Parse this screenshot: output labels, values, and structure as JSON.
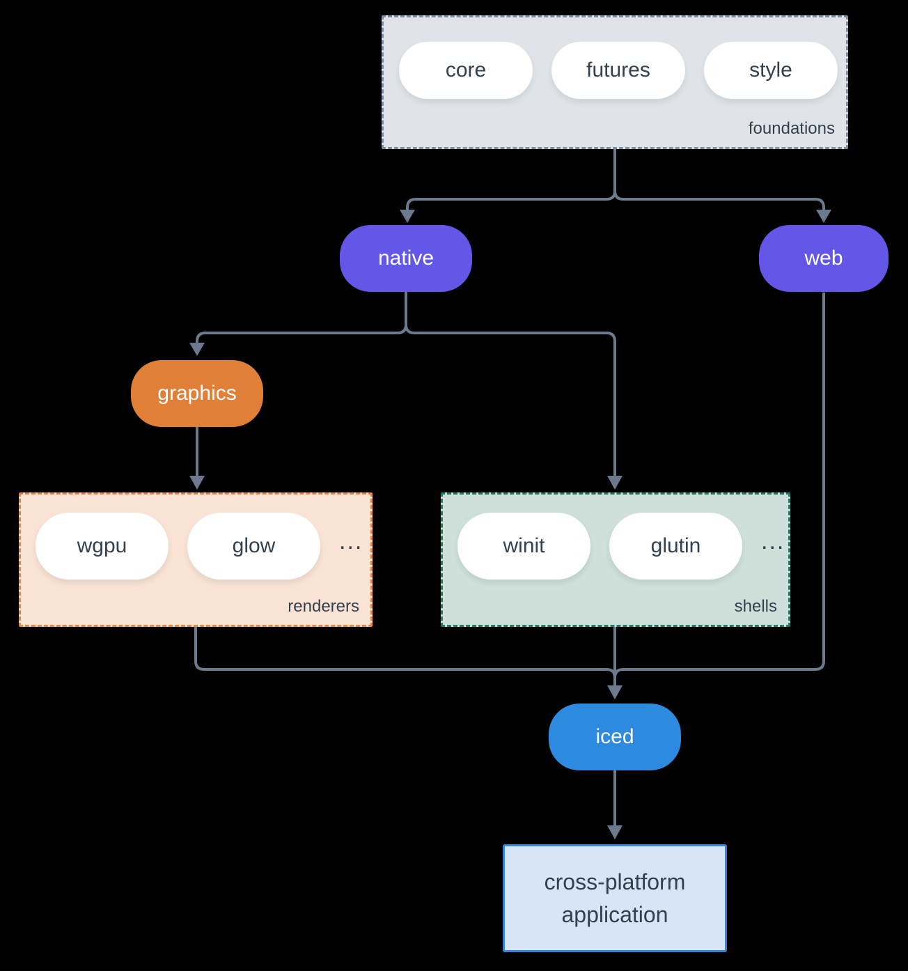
{
  "colors": {
    "background": "#000000",
    "connector": "#6b7a8c",
    "foundations_bg": "#e0e4e8",
    "foundations_border": "#7e90a0",
    "renderers_bg": "#fae3d4",
    "renderers_border": "#e8873f",
    "shells_bg": "#cfe0da",
    "shells_border": "#1f7a68",
    "node_purple": "#6457e8",
    "node_orange": "#e08038",
    "node_blue": "#2e8ade",
    "app_bg": "#d7e5f7",
    "app_border": "#3586d8",
    "pill_bg": "#ffffff",
    "text_dark": "#33414e",
    "text_light": "#ffffff"
  },
  "groups": {
    "foundations": {
      "label": "foundations",
      "pills": [
        "core",
        "futures",
        "style"
      ]
    },
    "renderers": {
      "label": "renderers",
      "pills": [
        "wgpu",
        "glow"
      ],
      "ellipsis": "..."
    },
    "shells": {
      "label": "shells",
      "pills": [
        "winit",
        "glutin"
      ],
      "ellipsis": "..."
    }
  },
  "nodes": {
    "native": "native",
    "web": "web",
    "graphics": "graphics",
    "iced": "iced"
  },
  "app": {
    "line1": "cross-platform",
    "line2": "application"
  }
}
